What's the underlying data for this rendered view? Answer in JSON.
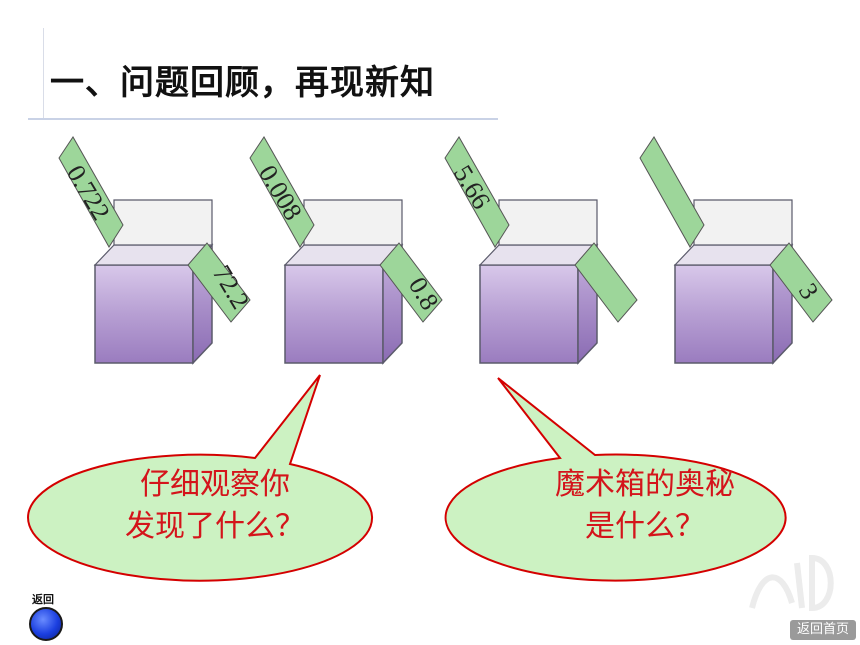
{
  "title": "一、问题回顾，再现新知",
  "boxes": [
    {
      "input_card": "0.722",
      "output_card": "72.2"
    },
    {
      "input_card": "0.008",
      "output_card": "0.8"
    },
    {
      "input_card": "5.66",
      "output_card": ""
    },
    {
      "input_card": "",
      "output_card": "3"
    }
  ],
  "bubbles": [
    {
      "line1": "仔细观察你",
      "line2": "发现了什么？"
    },
    {
      "line1": "魔术箱的奥秘",
      "line2": "是什么？"
    }
  ],
  "nav": {
    "back_label": "返回",
    "home_label": "返回首页"
  },
  "colors": {
    "card": "#9dd69a",
    "box_front": "#b79fd3",
    "box_top": "#f2f2f2",
    "bubble_fill": "#ccf2c2",
    "bubble_stroke": "#d40000",
    "text_red": "#d4141b"
  }
}
